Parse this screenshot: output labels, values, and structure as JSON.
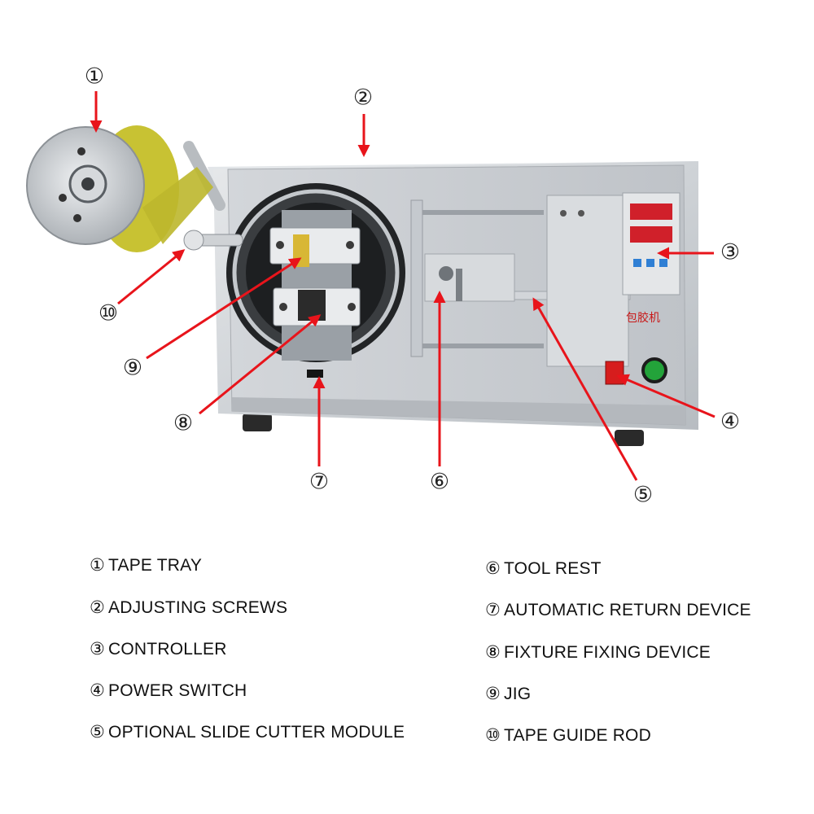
{
  "colors": {
    "arrow": "#e8141b",
    "panel": "#c9cdd2",
    "panel_dark": "#8d9298",
    "cabinet": "#d8dbde",
    "tape": "#c8c233",
    "controller_display": "#d0202a",
    "controller_button": "#2f7fd4",
    "power_switch": "#d61d1d",
    "start_button": "#23a33a"
  },
  "callouts": [
    {
      "id": 1,
      "symbol": "①"
    },
    {
      "id": 2,
      "symbol": "②"
    },
    {
      "id": 3,
      "symbol": "③"
    },
    {
      "id": 4,
      "symbol": "④"
    },
    {
      "id": 5,
      "symbol": "⑤"
    },
    {
      "id": 6,
      "symbol": "⑥"
    },
    {
      "id": 7,
      "symbol": "⑦"
    },
    {
      "id": 8,
      "symbol": "⑧"
    },
    {
      "id": 9,
      "symbol": "⑨"
    },
    {
      "id": 10,
      "symbol": "⑩"
    }
  ],
  "legend": [
    {
      "symbol": "①",
      "label": "TAPE TRAY"
    },
    {
      "symbol": "②",
      "label": "ADJUSTING SCREWS"
    },
    {
      "symbol": "③",
      "label": "CONTROLLER"
    },
    {
      "symbol": "④",
      "label": "POWER SWITCH"
    },
    {
      "symbol": "⑤",
      "label": "OPTIONAL SLIDE CUTTER MODULE"
    },
    {
      "symbol": "⑥",
      "label": "TOOL REST"
    },
    {
      "symbol": "⑦",
      "label": "AUTOMATIC RETURN DEVICE"
    },
    {
      "symbol": "⑧",
      "label": "FIXTURE FIXING DEVICE"
    },
    {
      "symbol": "⑨",
      "label": "JIG"
    },
    {
      "symbol": "⑩",
      "label": "TAPE GUIDE ROD"
    }
  ],
  "machine_label": "包胶机"
}
